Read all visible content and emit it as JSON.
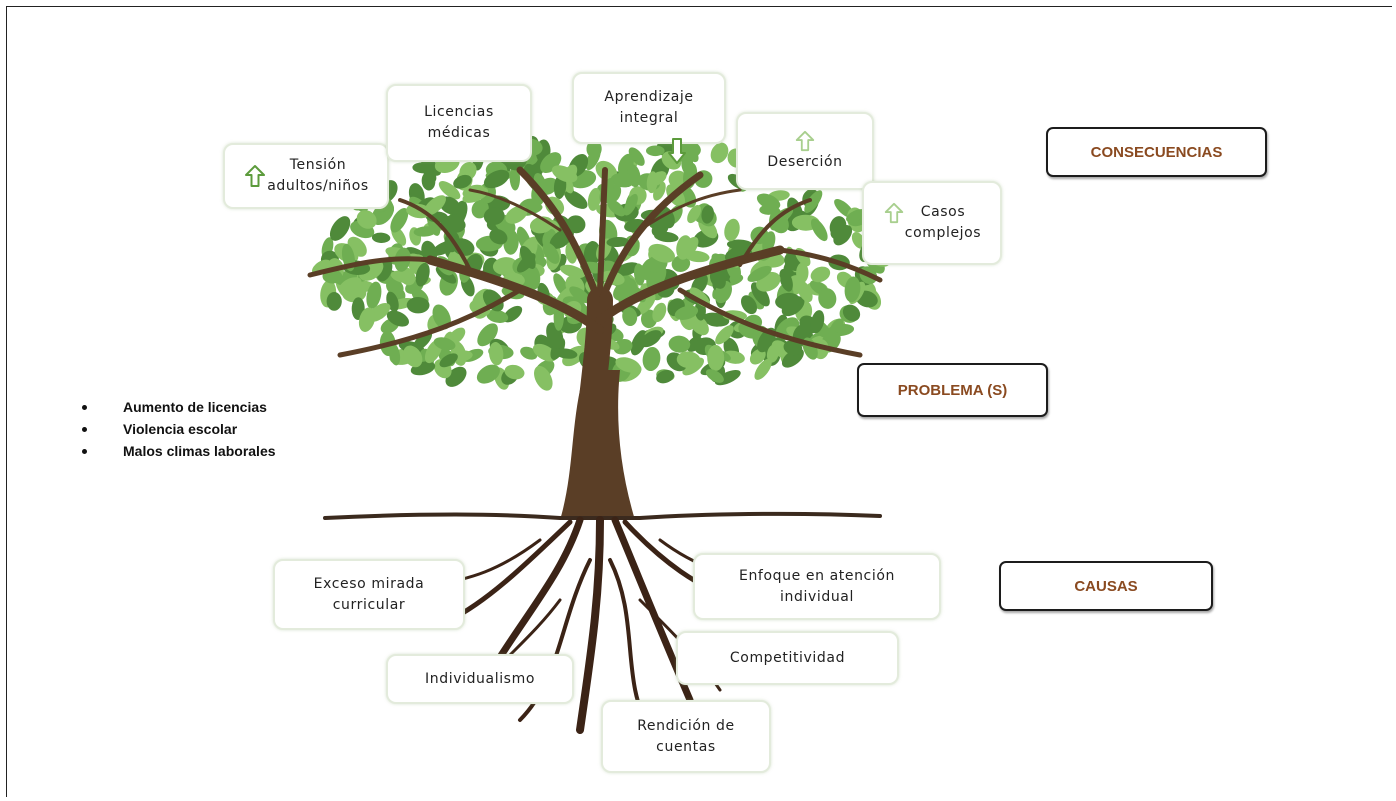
{
  "consequences": {
    "tension": "Tensión\nadultos/niños",
    "licencias": "Licencias\nmédicas",
    "aprendizaje": "Aprendizaje\nintegral",
    "desercion": "Deserción",
    "casos": "Casos\ncomplejos"
  },
  "labels": {
    "consecuencias": "CONSECUENCIAS",
    "problema": "PROBLEMA (S)",
    "causas": "CAUSAS"
  },
  "problems": [
    "Aumento de licencias",
    "Violencia escolar",
    "Malos climas laborales"
  ],
  "causes": {
    "exceso": "Exceso mirada\ncurricular",
    "enfoque": "Enfoque en atención\nindividual",
    "competitividad": "Competitividad",
    "individualismo": "Individualismo",
    "rendicion": "Rendición de\ncuentas"
  },
  "colors": {
    "leaf": "#6fae52",
    "leaf_dark": "#4f8a3a",
    "trunk": "#5a3e26",
    "root": "#3b2316",
    "label_text": "#8a4a20",
    "arrow_green": "#5c9b3c"
  }
}
